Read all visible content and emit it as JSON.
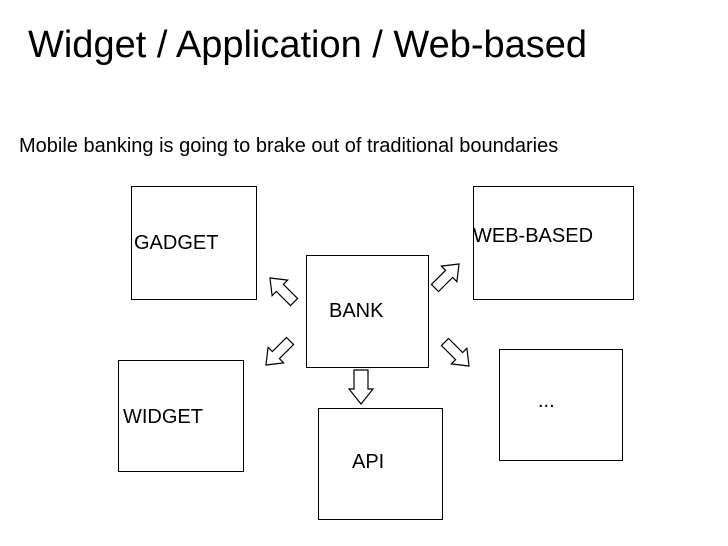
{
  "slide": {
    "title": "Widget / Application / Web-based",
    "subtitle": "Mobile banking is going to brake out of traditional boundaries"
  },
  "diagram": {
    "nodes": {
      "gadget": "GADGET",
      "web_based": "WEB-BASED",
      "bank": "BANK",
      "widget": "WIDGET",
      "more": "...",
      "api": "API"
    },
    "arrows": [
      {
        "from": "bank",
        "to": "gadget"
      },
      {
        "from": "bank",
        "to": "web_based"
      },
      {
        "from": "bank",
        "to": "widget"
      },
      {
        "from": "bank",
        "to": "more"
      },
      {
        "from": "bank",
        "to": "api"
      }
    ]
  }
}
